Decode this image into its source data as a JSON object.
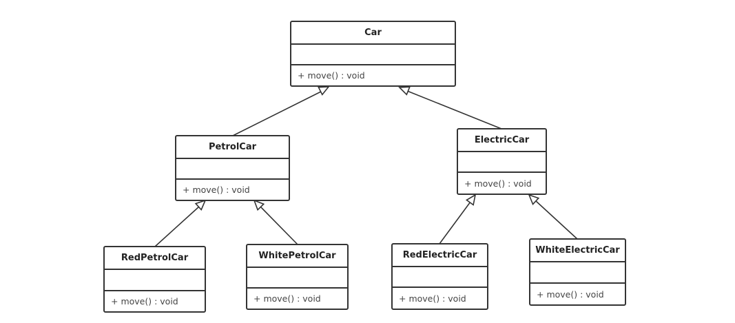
{
  "diagram": {
    "classes": [
      {
        "id": "car",
        "name": "Car",
        "operations": [
          "+ move() : void"
        ]
      },
      {
        "id": "petrolcar",
        "name": "PetrolCar",
        "operations": [
          "+ move() : void"
        ]
      },
      {
        "id": "electriccar",
        "name": "ElectricCar",
        "operations": [
          "+ move() : void"
        ]
      },
      {
        "id": "redpetrolcar",
        "name": "RedPetrolCar",
        "operations": [
          "+ move() : void"
        ]
      },
      {
        "id": "whitepetrolcar",
        "name": "WhitePetrolCar",
        "operations": [
          "+ move() : void"
        ]
      },
      {
        "id": "redelectriccar",
        "name": "RedElectricCar",
        "operations": [
          "+ move() : void"
        ]
      },
      {
        "id": "whiteelectriccar",
        "name": "WhiteElectricCar",
        "operations": [
          "+ move() : void"
        ]
      }
    ],
    "relations": [
      {
        "type": "generalization",
        "from": "PetrolCar",
        "to": "Car"
      },
      {
        "type": "generalization",
        "from": "ElectricCar",
        "to": "Car"
      },
      {
        "type": "generalization",
        "from": "RedPetrolCar",
        "to": "PetrolCar"
      },
      {
        "type": "generalization",
        "from": "WhitePetrolCar",
        "to": "PetrolCar"
      },
      {
        "type": "generalization",
        "from": "RedElectricCar",
        "to": "ElectricCar"
      },
      {
        "type": "generalization",
        "from": "WhiteElectricCar",
        "to": "ElectricCar"
      }
    ]
  }
}
